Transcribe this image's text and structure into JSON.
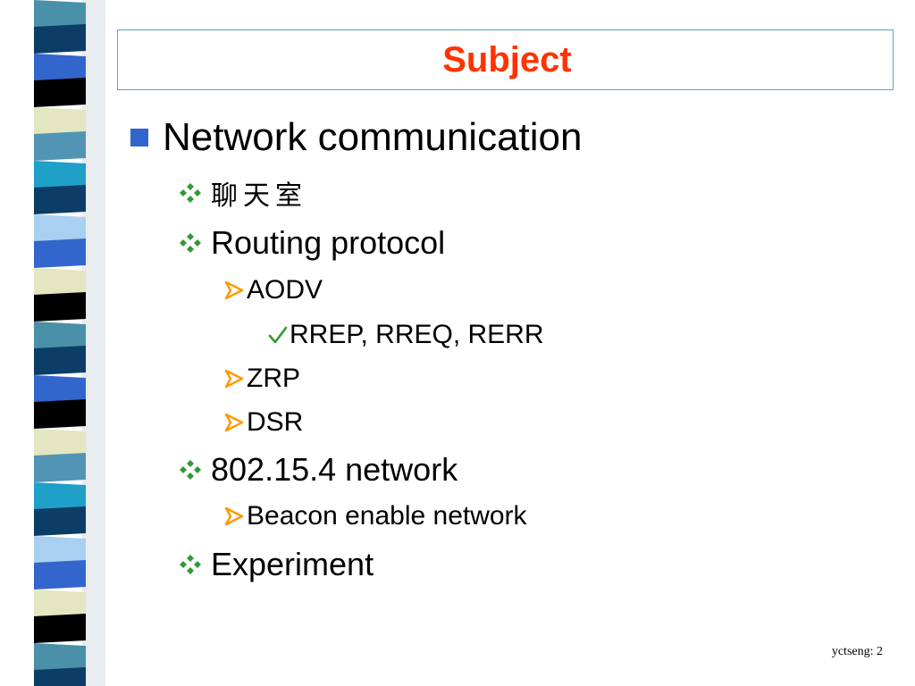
{
  "title": "Subject",
  "colors": {
    "title": "#ff3300",
    "square_bullet": "#3366cc",
    "diamond_bullet": "#339933",
    "arrow_bullet": "#ff9900",
    "check_bullet": "#339933",
    "title_border": "#5aa6c4"
  },
  "outline": {
    "item1": {
      "text": "Network communication",
      "icon": "square-bullet-icon"
    },
    "item1_1": {
      "text": "聊天室",
      "icon": "diamond-bullet-icon"
    },
    "item1_2": {
      "text": "Routing protocol",
      "icon": "diamond-bullet-icon"
    },
    "item1_2_1": {
      "text": "AODV",
      "icon": "arrow-bullet-icon"
    },
    "item1_2_1_1": {
      "text": "RREP, RREQ, RERR",
      "icon": "check-bullet-icon"
    },
    "item1_2_2": {
      "text": "ZRP",
      "icon": "arrow-bullet-icon"
    },
    "item1_2_3": {
      "text": "DSR",
      "icon": "arrow-bullet-icon"
    },
    "item1_3": {
      "text": "802.15.4 network",
      "icon": "diamond-bullet-icon"
    },
    "item1_3_1": {
      "text": "Beacon enable network",
      "icon": "arrow-bullet-icon"
    },
    "item1_4": {
      "text": "Experiment",
      "icon": "diamond-bullet-icon"
    }
  },
  "footer": "yctseng: 2"
}
